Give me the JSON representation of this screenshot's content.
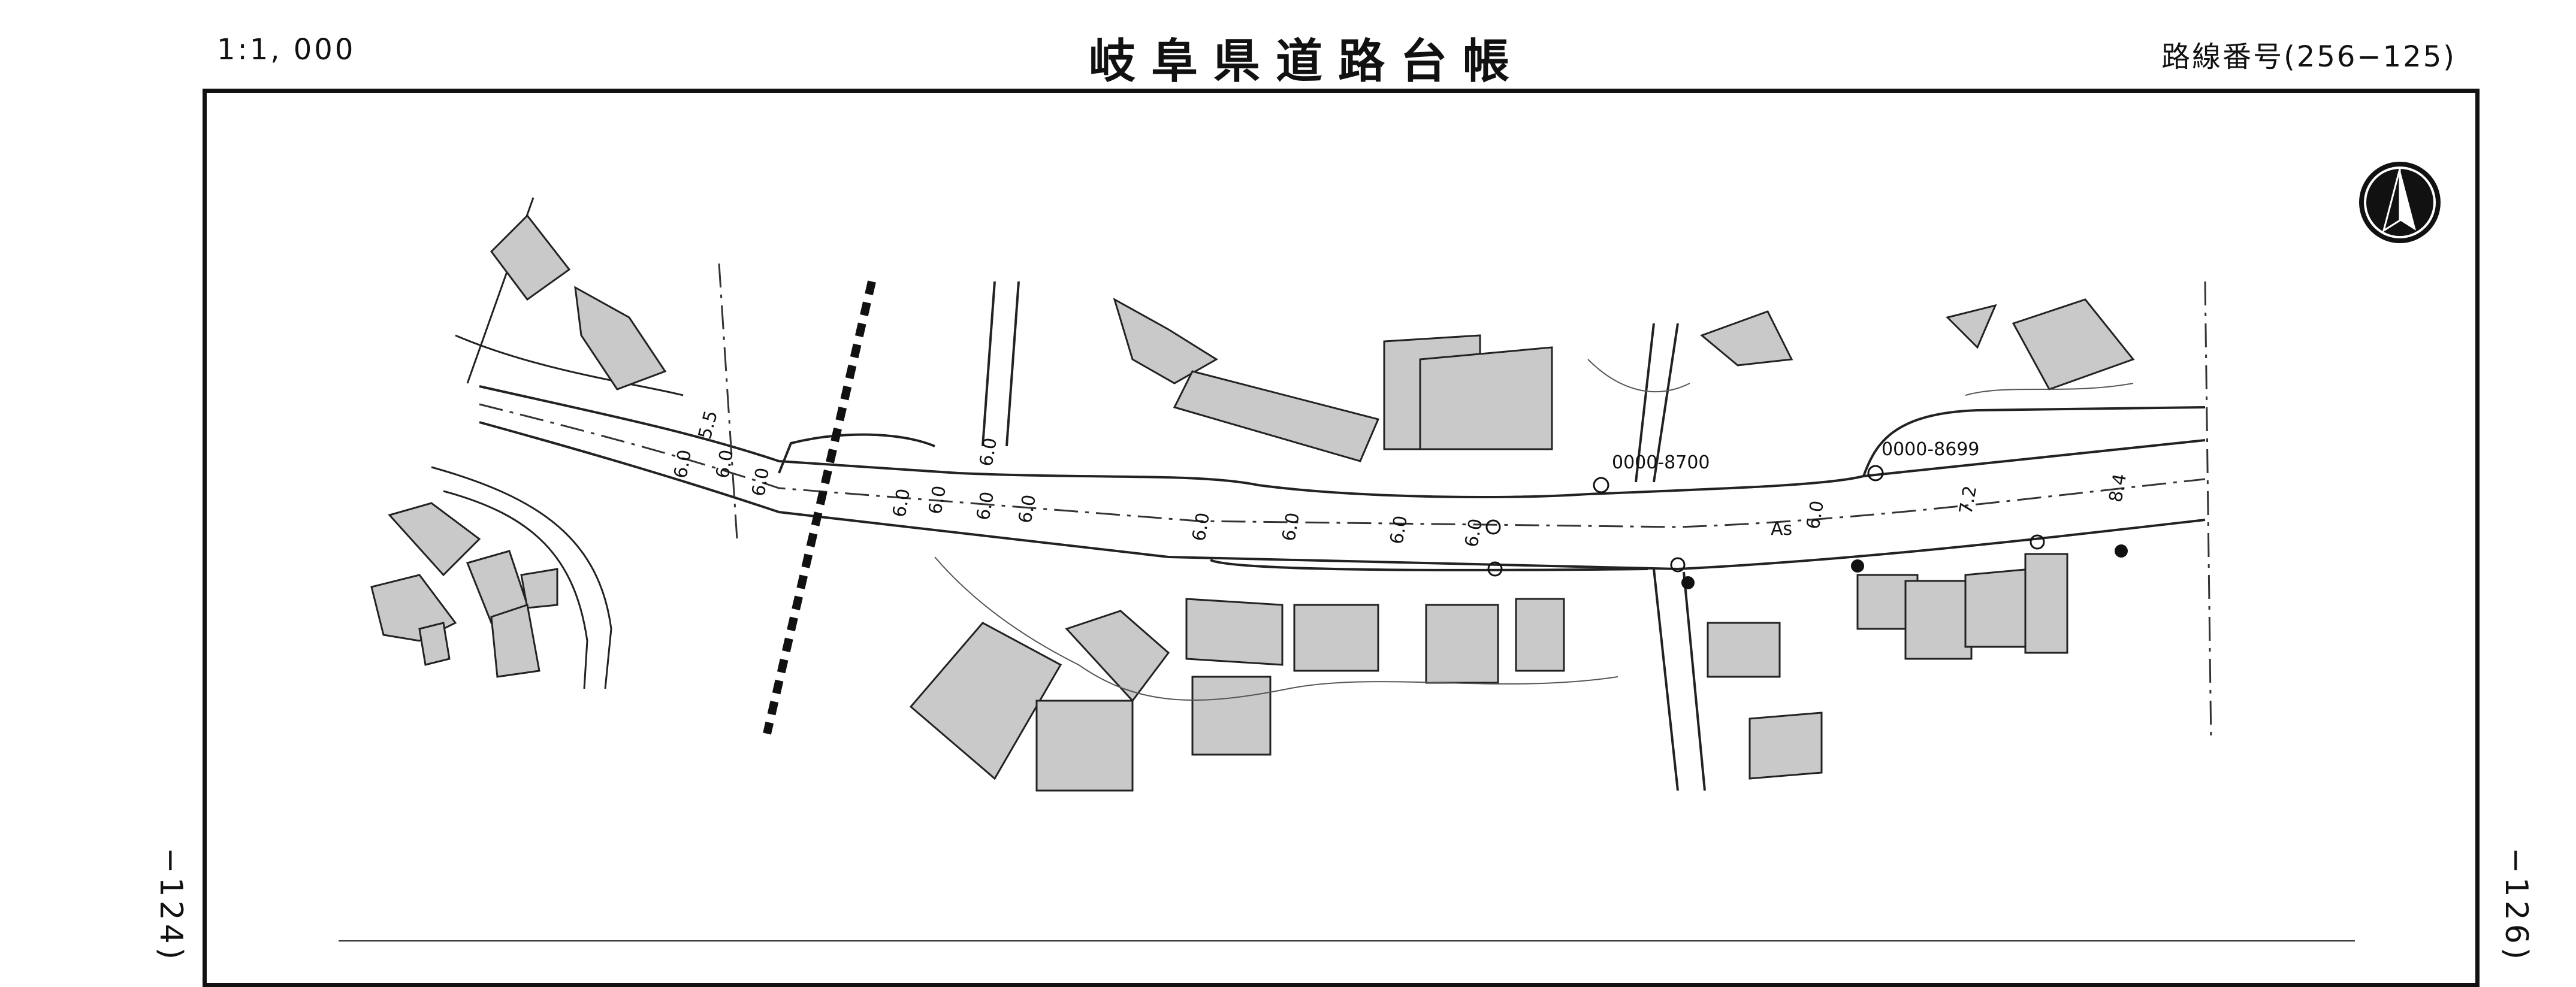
{
  "header": {
    "scale": "1:1, 000",
    "title": "岐阜県道路台帳",
    "route_number": "路線番号(256−125)"
  },
  "side_labels": {
    "left": "−124)",
    "right": "−126)"
  },
  "map": {
    "icons": [
      "north-arrow-icon",
      "boundary-hatch-line"
    ],
    "road_width_labels": [
      "5.5",
      "6.0",
      "6.0",
      "6.0",
      "6.0",
      "6.0",
      "6.0",
      "6.0",
      "6.0",
      "6.0",
      "6.0",
      "6.0",
      "6.0",
      "6.0",
      "7.2",
      "8.4"
    ],
    "surface_label": "As",
    "station_labels": [
      "0000-8700",
      "0000-8699"
    ],
    "colors": {
      "building_fill": "#c9c9c9",
      "line": "#222222"
    }
  }
}
